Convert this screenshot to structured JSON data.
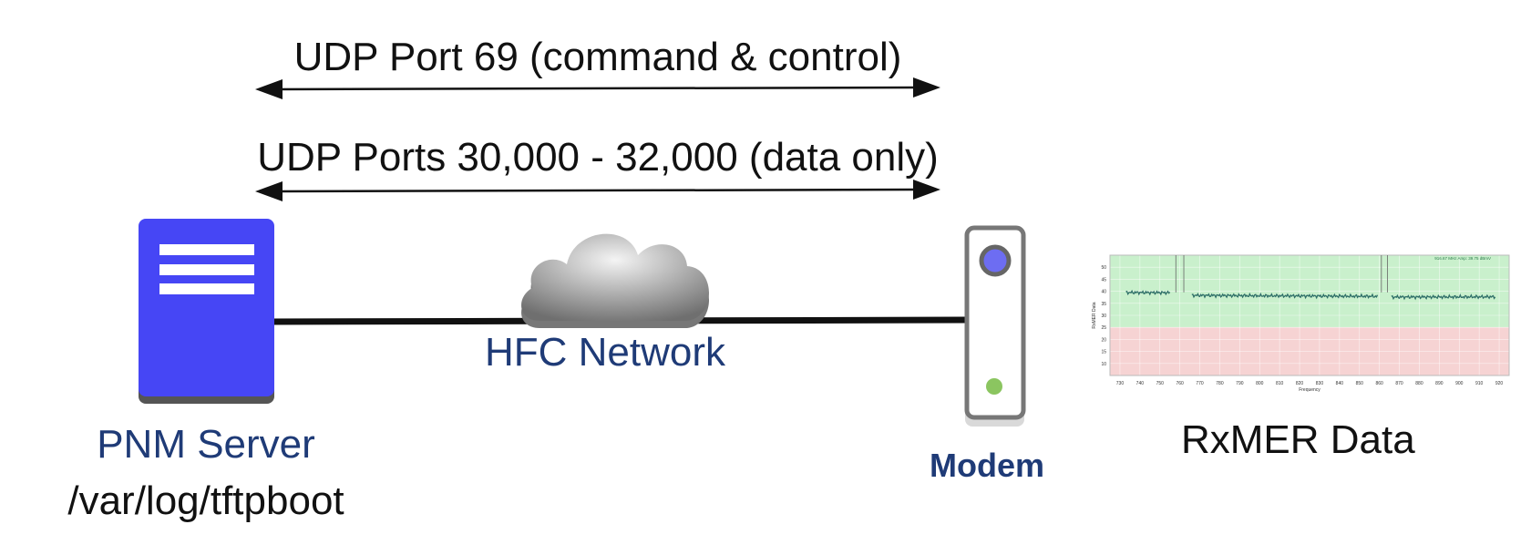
{
  "connections": {
    "command_control": "UDP Port 69 (command & control)",
    "data_only": "UDP Ports 30,000 - 32,000 (data only)"
  },
  "network": {
    "label": "HFC Network"
  },
  "server": {
    "name": "PNM Server",
    "path": "/var/log/tftpboot",
    "color": "#4646f5"
  },
  "modem": {
    "label": "Modem",
    "led_top_color": "#6d6df2",
    "led_bottom_color": "#8bc560"
  },
  "rxmer": {
    "label": "RxMER Data",
    "chart_data": {
      "type": "line",
      "title": "",
      "xlabel": "Frequency",
      "ylabel": "RxMER Data",
      "header_note": "916.67 MHz  Amp: 39.75 dBmV",
      "xlim": [
        725,
        925
      ],
      "ylim": [
        5,
        55
      ],
      "x_ticks": [
        "730",
        "740",
        "750",
        "760",
        "770",
        "780",
        "790",
        "800",
        "810",
        "820",
        "830",
        "840",
        "850",
        "860",
        "870",
        "880",
        "890",
        "900",
        "910",
        "920"
      ],
      "y_ticks": [
        "50",
        "45",
        "40",
        "35",
        "30",
        "25",
        "20",
        "15",
        "10"
      ],
      "good_zone": [
        25,
        55
      ],
      "bad_zone": [
        5,
        25
      ],
      "segments": [
        {
          "x": [
            733,
            755
          ],
          "y": [
            39.5,
            39.4
          ]
        },
        {
          "x": [
            766,
            859
          ],
          "y": [
            38.3,
            37.9
          ]
        },
        {
          "x": [
            866,
            918
          ],
          "y": [
            37.6,
            37.7
          ]
        }
      ],
      "colors": {
        "good": "#c9f0cc",
        "bad": "#f6d3d3",
        "line": "#2f6f68"
      }
    }
  }
}
